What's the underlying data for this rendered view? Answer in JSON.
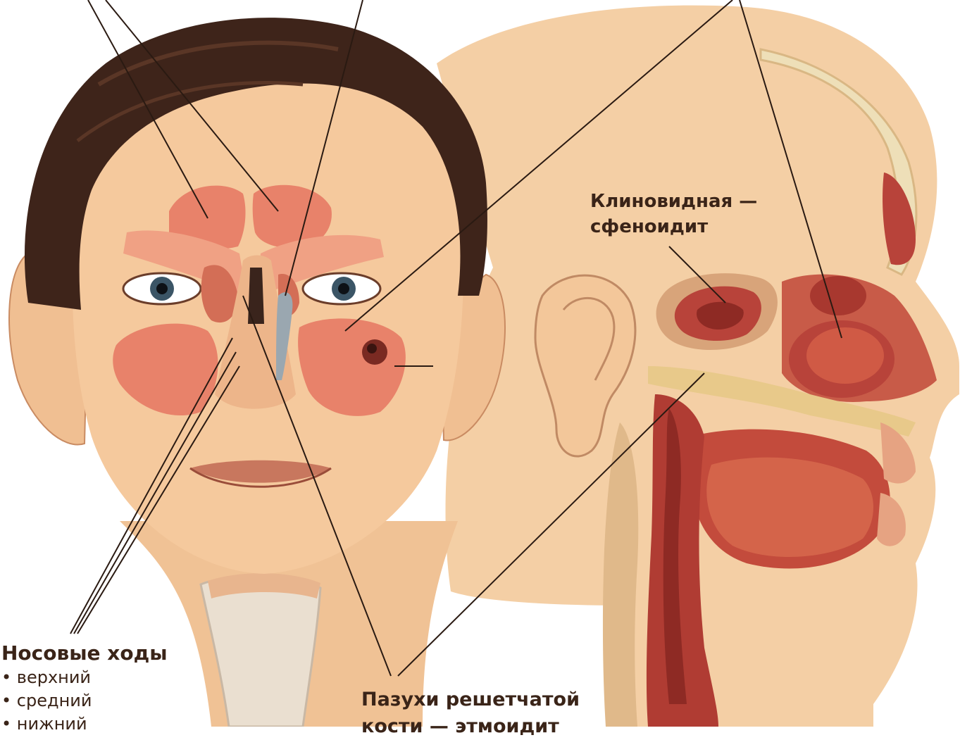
{
  "labels": {
    "sphenoid": [
      "Клиновидная —",
      "сфеноидит"
    ],
    "nasal_passages": {
      "title": "Носовые ходы",
      "items": [
        "верхний",
        "средний",
        "нижний"
      ]
    },
    "ethmoid": [
      "Пазухи решетчатой",
      "кости — этмоидит"
    ]
  },
  "colors": {
    "skin": "#f3c79a",
    "hair": "#3e241a",
    "sinus": "#e8826a",
    "tissue": "#b8433a",
    "bone": "#e8c98a",
    "leader_line": "#2a1a12"
  }
}
